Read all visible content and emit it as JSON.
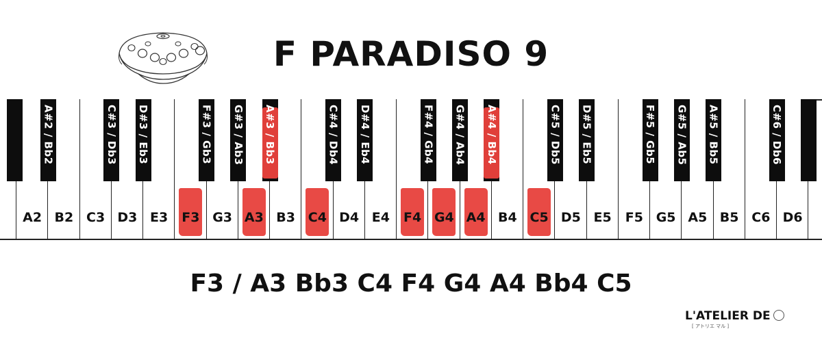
{
  "title": "F PARADISO 9",
  "scale_notes": "F3 / A3 Bb3 C4 F4 G4 A4 Bb4 C5",
  "brand": "L'ATELIER DE",
  "brand_sub": "[ アトリエ マル ]",
  "colors": {
    "highlight": "#e84a45",
    "black_key": "#0d0d0d",
    "text": "#111111"
  },
  "white_keys": [
    {
      "label": "A2",
      "highlighted": false
    },
    {
      "label": "B2",
      "highlighted": false
    },
    {
      "label": "C3",
      "highlighted": false
    },
    {
      "label": "D3",
      "highlighted": false
    },
    {
      "label": "E3",
      "highlighted": false
    },
    {
      "label": "F3",
      "highlighted": true
    },
    {
      "label": "G3",
      "highlighted": false
    },
    {
      "label": "A3",
      "highlighted": true
    },
    {
      "label": "B3",
      "highlighted": false
    },
    {
      "label": "C4",
      "highlighted": true
    },
    {
      "label": "D4",
      "highlighted": false
    },
    {
      "label": "E4",
      "highlighted": false
    },
    {
      "label": "F4",
      "highlighted": true
    },
    {
      "label": "G4",
      "highlighted": true
    },
    {
      "label": "A4",
      "highlighted": true
    },
    {
      "label": "B4",
      "highlighted": false
    },
    {
      "label": "C5",
      "highlighted": true
    },
    {
      "label": "D5",
      "highlighted": false
    },
    {
      "label": "E5",
      "highlighted": false
    },
    {
      "label": "F5",
      "highlighted": false
    },
    {
      "label": "G5",
      "highlighted": false
    },
    {
      "label": "A5",
      "highlighted": false
    },
    {
      "label": "B5",
      "highlighted": false
    },
    {
      "label": "C6",
      "highlighted": false
    },
    {
      "label": "D6",
      "highlighted": false
    }
  ],
  "black_keys": [
    {
      "label": "",
      "highlighted": false,
      "after_white": -1
    },
    {
      "label": "A#2 / Bb2",
      "highlighted": false,
      "after_white": 0
    },
    {
      "label": "C#3 / Db3",
      "highlighted": false,
      "after_white": 2
    },
    {
      "label": "D#3 / Eb3",
      "highlighted": false,
      "after_white": 3
    },
    {
      "label": "F#3 / Gb3",
      "highlighted": false,
      "after_white": 5
    },
    {
      "label": "G#3 / Ab3",
      "highlighted": false,
      "after_white": 6
    },
    {
      "label": "A#3 / Bb3",
      "highlighted": true,
      "after_white": 7
    },
    {
      "label": "C#4 / Db4",
      "highlighted": false,
      "after_white": 9
    },
    {
      "label": "D#4 / Eb4",
      "highlighted": false,
      "after_white": 10
    },
    {
      "label": "F#4 / Gb4",
      "highlighted": false,
      "after_white": 12
    },
    {
      "label": "G#4 / Ab4",
      "highlighted": false,
      "after_white": 13
    },
    {
      "label": "A#4 / Bb4",
      "highlighted": true,
      "after_white": 14
    },
    {
      "label": "C#5 / Db5",
      "highlighted": false,
      "after_white": 16
    },
    {
      "label": "D#5 / Eb5",
      "highlighted": false,
      "after_white": 17
    },
    {
      "label": "F#5 / Gb5",
      "highlighted": false,
      "after_white": 19
    },
    {
      "label": "G#5 / Ab5",
      "highlighted": false,
      "after_white": 20
    },
    {
      "label": "A#5 / Bb5",
      "highlighted": false,
      "after_white": 21
    },
    {
      "label": "C#6 / Db6",
      "highlighted": false,
      "after_white": 23
    },
    {
      "label": "",
      "highlighted": false,
      "after_white": 24
    }
  ]
}
